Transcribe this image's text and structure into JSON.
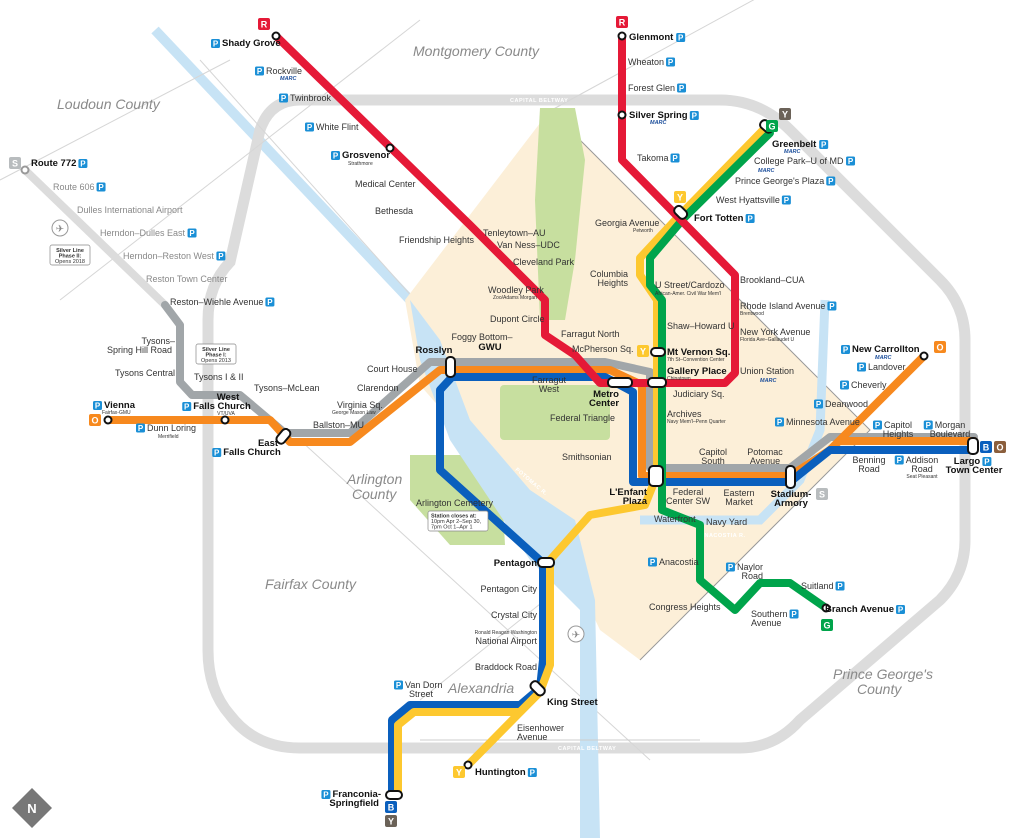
{
  "regions": {
    "montgomery": "Montgomery County",
    "loudoun": "Loudoun County",
    "arlington_1": "Arlington",
    "arlington_2": "County",
    "fairfax": "Fairfax County",
    "pg_1": "Prince George's",
    "pg_2": "County",
    "alexandria": "Alexandria",
    "beltway": "CAPITAL BELTWAY",
    "potomac": "POTOMAC R.",
    "anacostia": "ANACOSTIA R."
  },
  "notes": {
    "silver2_a": "Silver Line",
    "silver2_b": "Phase II:",
    "silver2_c": "Opens 2018",
    "silver1_a": "Silver Line",
    "silver1_b": "Phase I:",
    "silver1_c": "Opens 2013",
    "cem_a": "Station closes at:",
    "cem_b": "10pm   Apr 2–Sep 30,",
    "cem_c": "7pm     Oct 1–Apr 1"
  },
  "badges": {
    "red": "R",
    "silver": "S",
    "orange": "O",
    "blue": "B",
    "yellow": "Y",
    "green": "G"
  },
  "icons": {
    "parking": "P",
    "marc": "MARC"
  },
  "colors": {
    "red": "#e51937",
    "orange": "#f7891e",
    "silver": "#a1a6a9",
    "blue": "#0a5fbd",
    "yellow": "#fdc82f",
    "green": "#00a44b",
    "river": "#c7e3f5",
    "park": "#c7df9f",
    "dc": "#fcefd8",
    "beltway": "#dcdcdc"
  },
  "stations": {
    "shady_grove": "Shady Grove",
    "rockville": "Rockville",
    "twinbrook": "Twinbrook",
    "white_flint": "White Flint",
    "grosvenor": "Grosvenor",
    "strathmore": "Strathmore",
    "medical_center": "Medical Center",
    "bethesda": "Bethesda",
    "friendship_heights": "Friendship Heights",
    "tenleytown": "Tenleytown–AU",
    "van_ness": "Van Ness–UDC",
    "cleveland_park": "Cleveland Park",
    "woodley_park": "Woodley Park",
    "zoo": "Zoo/Adams Morgan",
    "dupont": "Dupont Circle",
    "farragut_north": "Farragut North",
    "mcpherson": "McPherson Sq.",
    "glenmont": "Glenmont",
    "wheaton": "Wheaton",
    "forest_glen": "Forest Glen",
    "silver_spring": "Silver Spring",
    "takoma": "Takoma",
    "georgia_ave": "Georgia Avenue",
    "petworth": "Petworth",
    "fort_totten": "Fort Totten",
    "west_hyattsville": "West Hyattsville",
    "pg_plaza": "Prince George's Plaza",
    "college_park": "College Park–U of MD",
    "greenbelt": "Greenbelt",
    "columbia_1": "Columbia",
    "columbia_2": "Heights",
    "u_street": "U Street/Cardozo",
    "u_street_sub": "African-Amer. Civil War Mem'l",
    "shaw": "Shaw–Howard U",
    "mt_vernon": "Mt Vernon Sq.",
    "mt_vernon_sub": "7th St–Convention Center",
    "gallery_place": "Gallery Place",
    "chinatown": "Chinatown",
    "judiciary": "Judiciary Sq.",
    "archives": "Archives",
    "archives_sub": "Navy Mem'l–Penn Quarter",
    "brookland": "Brookland–CUA",
    "rhode_island": "Rhode Island Avenue",
    "brentwood": "Brentwood",
    "ny_ave": "New York Avenue",
    "ny_ave_sub": "Florida Ave–Gallaudet U",
    "union_station": "Union Station",
    "metro_center_1": "Metro",
    "metro_center_2": "Center",
    "farragut_west_1": "Farragut",
    "farragut_west_2": "West",
    "foggy_1": "Foggy Bottom–",
    "foggy_2": "GWU",
    "rosslyn": "Rosslyn",
    "court_house": "Court House",
    "clarendon": "Clarendon",
    "virginia_sq": "Virginia Sq.",
    "gm_law": "George Mason Law",
    "ballston": "Ballston–MU",
    "federal_triangle": "Federal Triangle",
    "smithsonian": "Smithsonian",
    "lenfant_1": "L'Enfant",
    "lenfant_2": "Plaza",
    "fed_center_1": "Federal",
    "fed_center_2": "Center SW",
    "waterfront": "Waterfront",
    "navy_yard": "Navy Yard",
    "capitol_south_1": "Capitol",
    "capitol_south_2": "South",
    "eastern_market_1": "Eastern",
    "eastern_market_2": "Market",
    "potomac_ave_1": "Potomac",
    "potomac_ave_2": "Avenue",
    "stadium_1": "Stadium-",
    "stadium_2": "Armory",
    "minnesota": "Minnesota Avenue",
    "deanwood": "Deanwood",
    "cheverly": "Cheverly",
    "landover": "Landover",
    "new_carrollton": "New Carrollton",
    "capitol_heights_1": "Capitol",
    "capitol_heights_2": "Heights",
    "morgan_1": "Morgan",
    "morgan_2": "Boulevard",
    "benning_1": "Benning",
    "benning_2": "Road",
    "addison_1": "Addison",
    "addison_2": "Road",
    "seat_pleasant": "Seat Pleasant",
    "largo_1": "Largo",
    "largo_2": "Town Center",
    "anacostia": "Anacostia",
    "naylor_1": "Naylor",
    "naylor_2": "Road",
    "congress_heights": "Congress Heights",
    "southern_1": "Southern",
    "southern_2": "Avenue",
    "suitland": "Suitland",
    "branch_ave": "Branch Avenue",
    "vienna": "Vienna",
    "fairfax_gmu": "Fairfax-GMU",
    "dunn_loring": "Dunn Loring",
    "merrifield": "Merrifield",
    "wfc_1": "West",
    "wfc_2": "Falls Church",
    "vt_uva": "VT/UVA",
    "efc_1": "East",
    "efc_2": "Falls Church",
    "tysons_mclean": "Tysons–McLean",
    "tysons_12": "Tysons I & II",
    "tysons_central": "Tysons Central",
    "spring_hill_1": "Tysons–",
    "spring_hill_2": "Spring Hill Road",
    "wiehle": "Reston–Wiehle Avenue",
    "reston_tc": "Reston Town Center",
    "herndon_rw": "Herndon–Reston West",
    "herndon_de": "Herndon–Dulles East",
    "dulles": "Dulles International Airport",
    "route_606": "Route 606",
    "route_772": "Route 772",
    "arlington_cem": "Arlington Cemetery",
    "pentagon": "Pentagon",
    "pentagon_city": "Pentagon City",
    "crystal_city": "Crystal City",
    "reagan_sub": "Ronald Reagan Washington",
    "national_airport": "National Airport",
    "braddock": "Braddock Road",
    "king_street": "King Street",
    "eisenhower_1": "Eisenhower",
    "eisenhower_2": "Avenue",
    "van_dorn_1": "Van Dorn",
    "van_dorn_2": "Street",
    "huntington": "Huntington",
    "franconia_1": "Franconia-",
    "franconia_2": "Springfield"
  }
}
